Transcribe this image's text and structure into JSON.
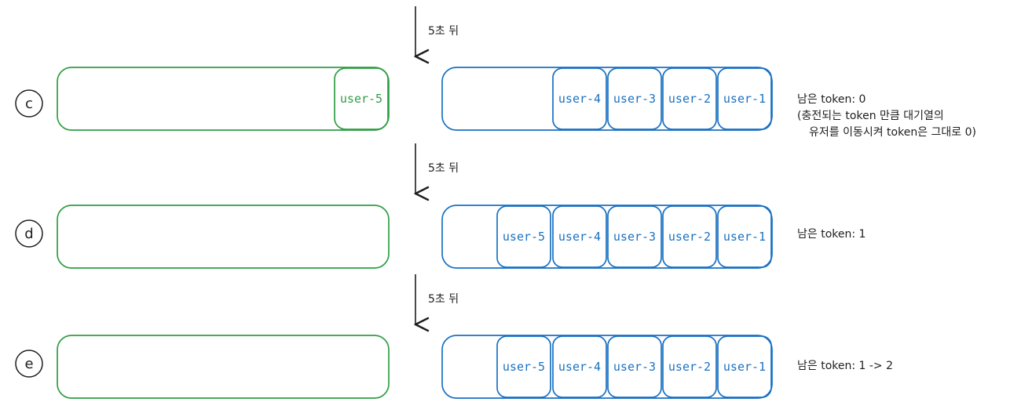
{
  "colors": {
    "green": "#2f9e44",
    "blue": "#1971c2",
    "ink": "#1e1e1e"
  },
  "arrows": [
    {
      "label": "5초 뒤"
    },
    {
      "label": "5초 뒤"
    },
    {
      "label": "5초 뒤"
    }
  ],
  "rows": [
    {
      "id": "c",
      "green_users": [
        "user-5"
      ],
      "blue_users": [
        "user-4",
        "user-3",
        "user-2",
        "user-1"
      ],
      "note": [
        "남은 token: 0",
        "(충전되는 token 만큼 대기열의",
        "유저를 이동시켜 token은 그대로 0)"
      ]
    },
    {
      "id": "d",
      "green_users": [],
      "blue_users": [
        "user-5",
        "user-4",
        "user-3",
        "user-2",
        "user-1"
      ],
      "note": [
        "남은 token: 1"
      ]
    },
    {
      "id": "e",
      "green_users": [],
      "blue_users": [
        "user-5",
        "user-4",
        "user-3",
        "user-2",
        "user-1"
      ],
      "note": [
        "남은 token: 1 -> 2"
      ]
    }
  ]
}
